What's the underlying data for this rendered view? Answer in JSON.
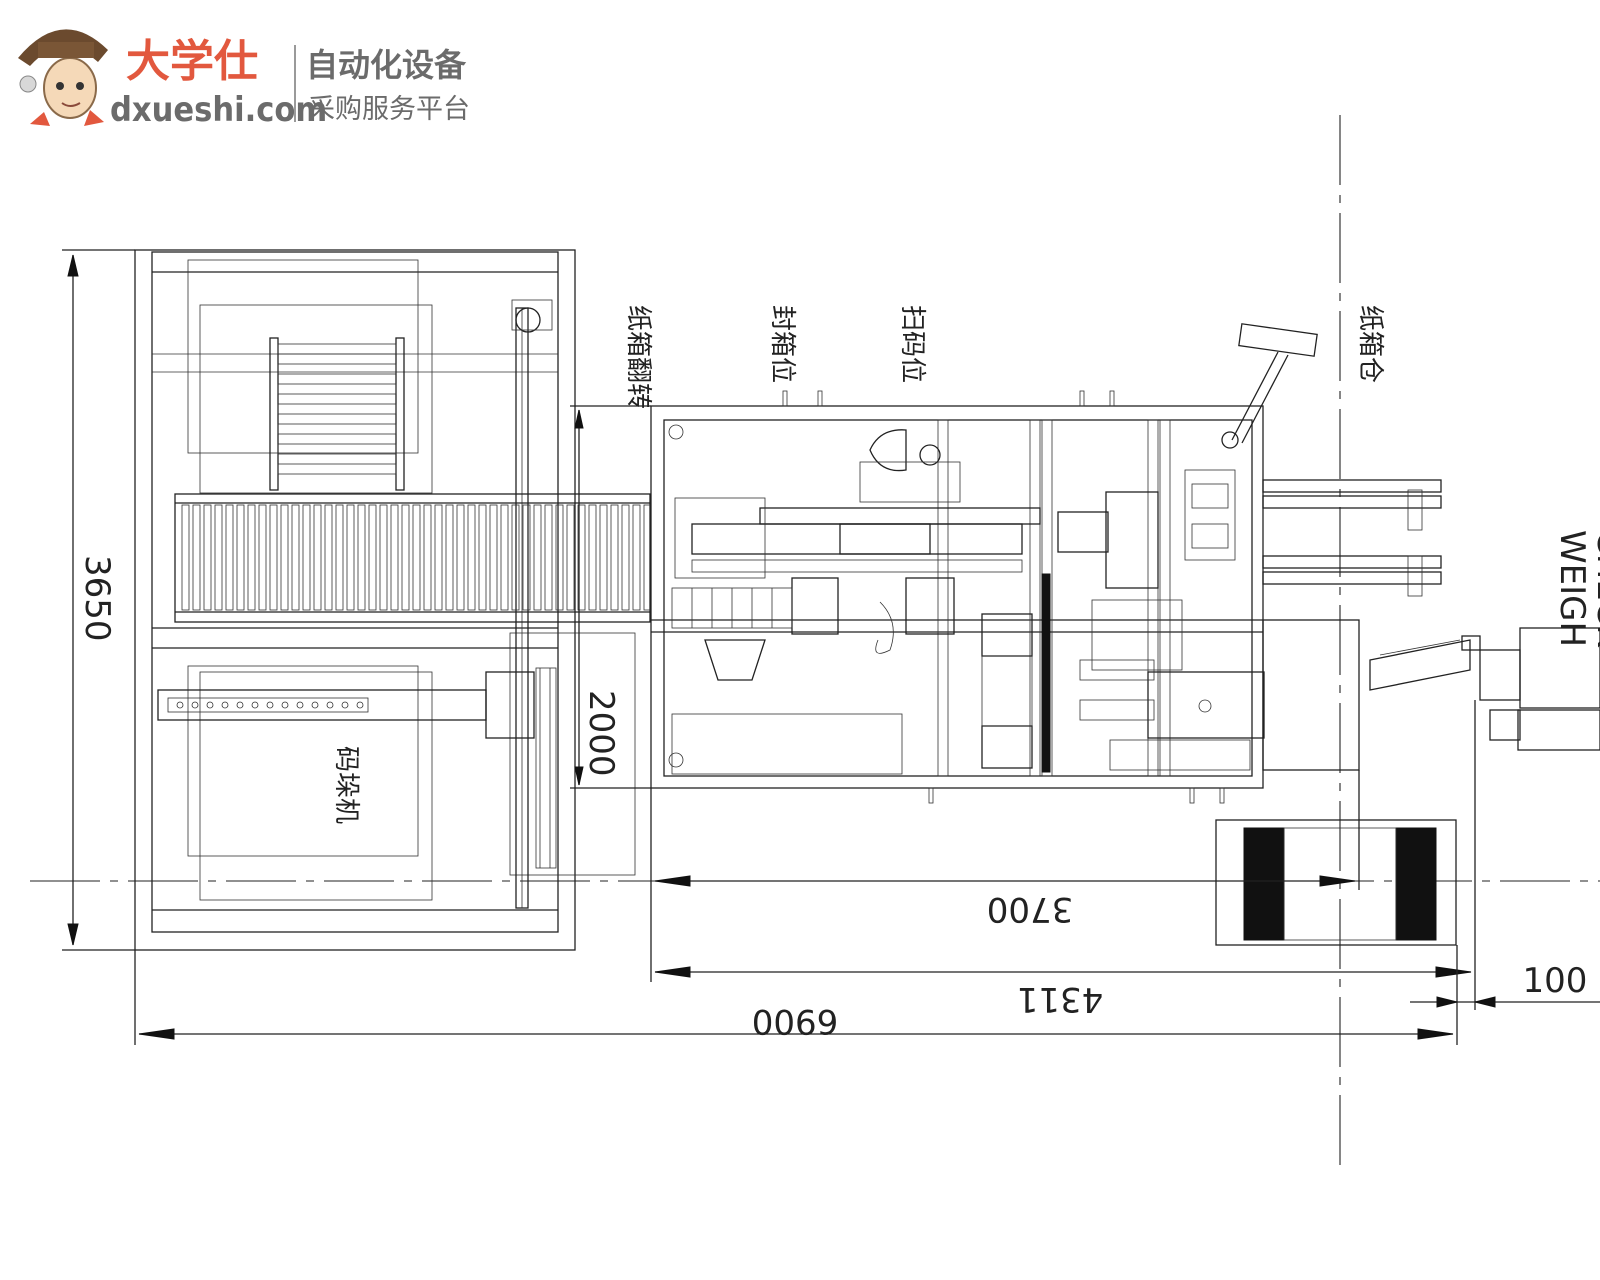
{
  "logo": {
    "brand": "大学仕",
    "url": "dxueshi.com",
    "tagline_1": "自动化设备",
    "tagline_2": "采购服务平台",
    "brand_color": "#e2583e",
    "text_color": "#6b6b6b"
  },
  "labels": {
    "box_flip": "纸箱翻转",
    "seal_station": "封箱位",
    "scan_station": "扫码位",
    "carton_bin": "纸箱仓",
    "palletizer": "码垛机",
    "check_weigh_1": "CHECK",
    "check_weigh_2": "WEIGH"
  },
  "dimensions": {
    "height_total": "3650",
    "height_inner": "2000",
    "length_3700": "3700",
    "length_4311": "4311",
    "length_6900": "6900",
    "gap_100": "100"
  }
}
